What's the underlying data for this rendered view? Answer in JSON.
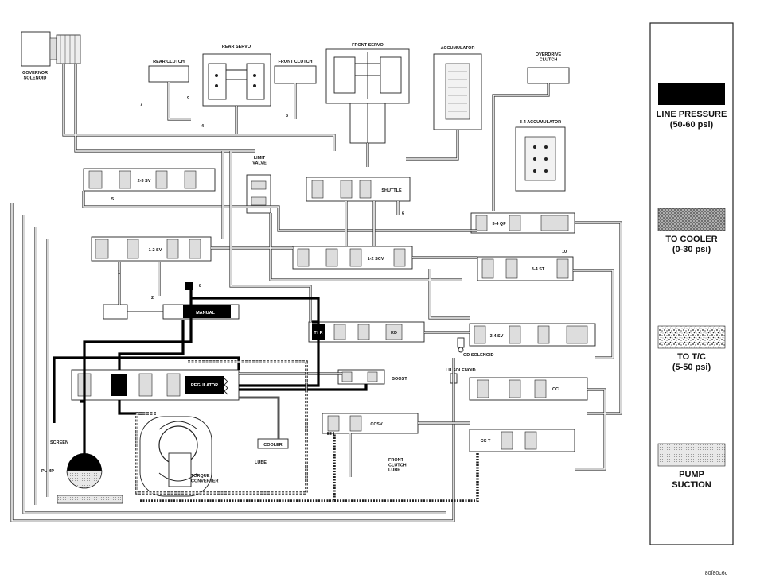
{
  "components": {
    "governor_solenoid": "GOVERNOR\nSOLENOID",
    "rear_clutch": "REAR CLUTCH",
    "rear_servo": "REAR SERVO",
    "front_clutch": "FRONT CLUTCH",
    "front_servo": "FRONT SERVO",
    "accumulator": "ACCUMULATOR",
    "overdrive_clutch": "OVERDRIVE\nCLUTCH",
    "accumulator_34": "3-4 ACCUMULATOR",
    "limit_valve": "LIMIT\nVALVE",
    "shuttle": "SHUTTLE",
    "sv_23": "2-3 SV",
    "sv_12": "1-2 SV",
    "scv_12": "1-2 SCV",
    "qf_34": "3-4 QF",
    "st_34": "3-4 ST",
    "sv_34": "3-4 SV",
    "manual": "MANUAL",
    "thr": "THR",
    "kd": "KD",
    "od_solenoid": "OD SOLENOID",
    "lu_solenoid": "LU SOLENOID",
    "regulator": "REGULATOR",
    "boost": "BOOST",
    "cc": "CC",
    "cct": "CC T",
    "ccsv": "CCSV",
    "screen": "SCREEN",
    "pump": "PUMP",
    "torque_converter": "TORQUE\nCONVERTER",
    "cooler": "COOLER",
    "lube": "LUBE",
    "front_clutch_lube": "FRONT\nCLUTCH\nLUBE"
  },
  "port_numbers": [
    "7",
    "9",
    "4",
    "3",
    "6",
    "10",
    "8",
    "5",
    "1",
    "2"
  ],
  "legend": {
    "items": [
      {
        "label": "LINE PRESSURE",
        "sub": "(50-60 psi)",
        "pattern": "solid-black"
      },
      {
        "label": "TO COOLER",
        "sub": "(0-30 psi)",
        "pattern": "crosshatch"
      },
      {
        "label": "TO T/C",
        "sub": "(5-50 psi)",
        "pattern": "speckle"
      },
      {
        "label": "PUMP",
        "sub": "SUCTION",
        "pattern": "dots"
      }
    ]
  },
  "figure_code": "80f80c6c",
  "colors": {
    "ink": "#111111",
    "background": "#ffffff",
    "line_pressure": "#000000"
  }
}
